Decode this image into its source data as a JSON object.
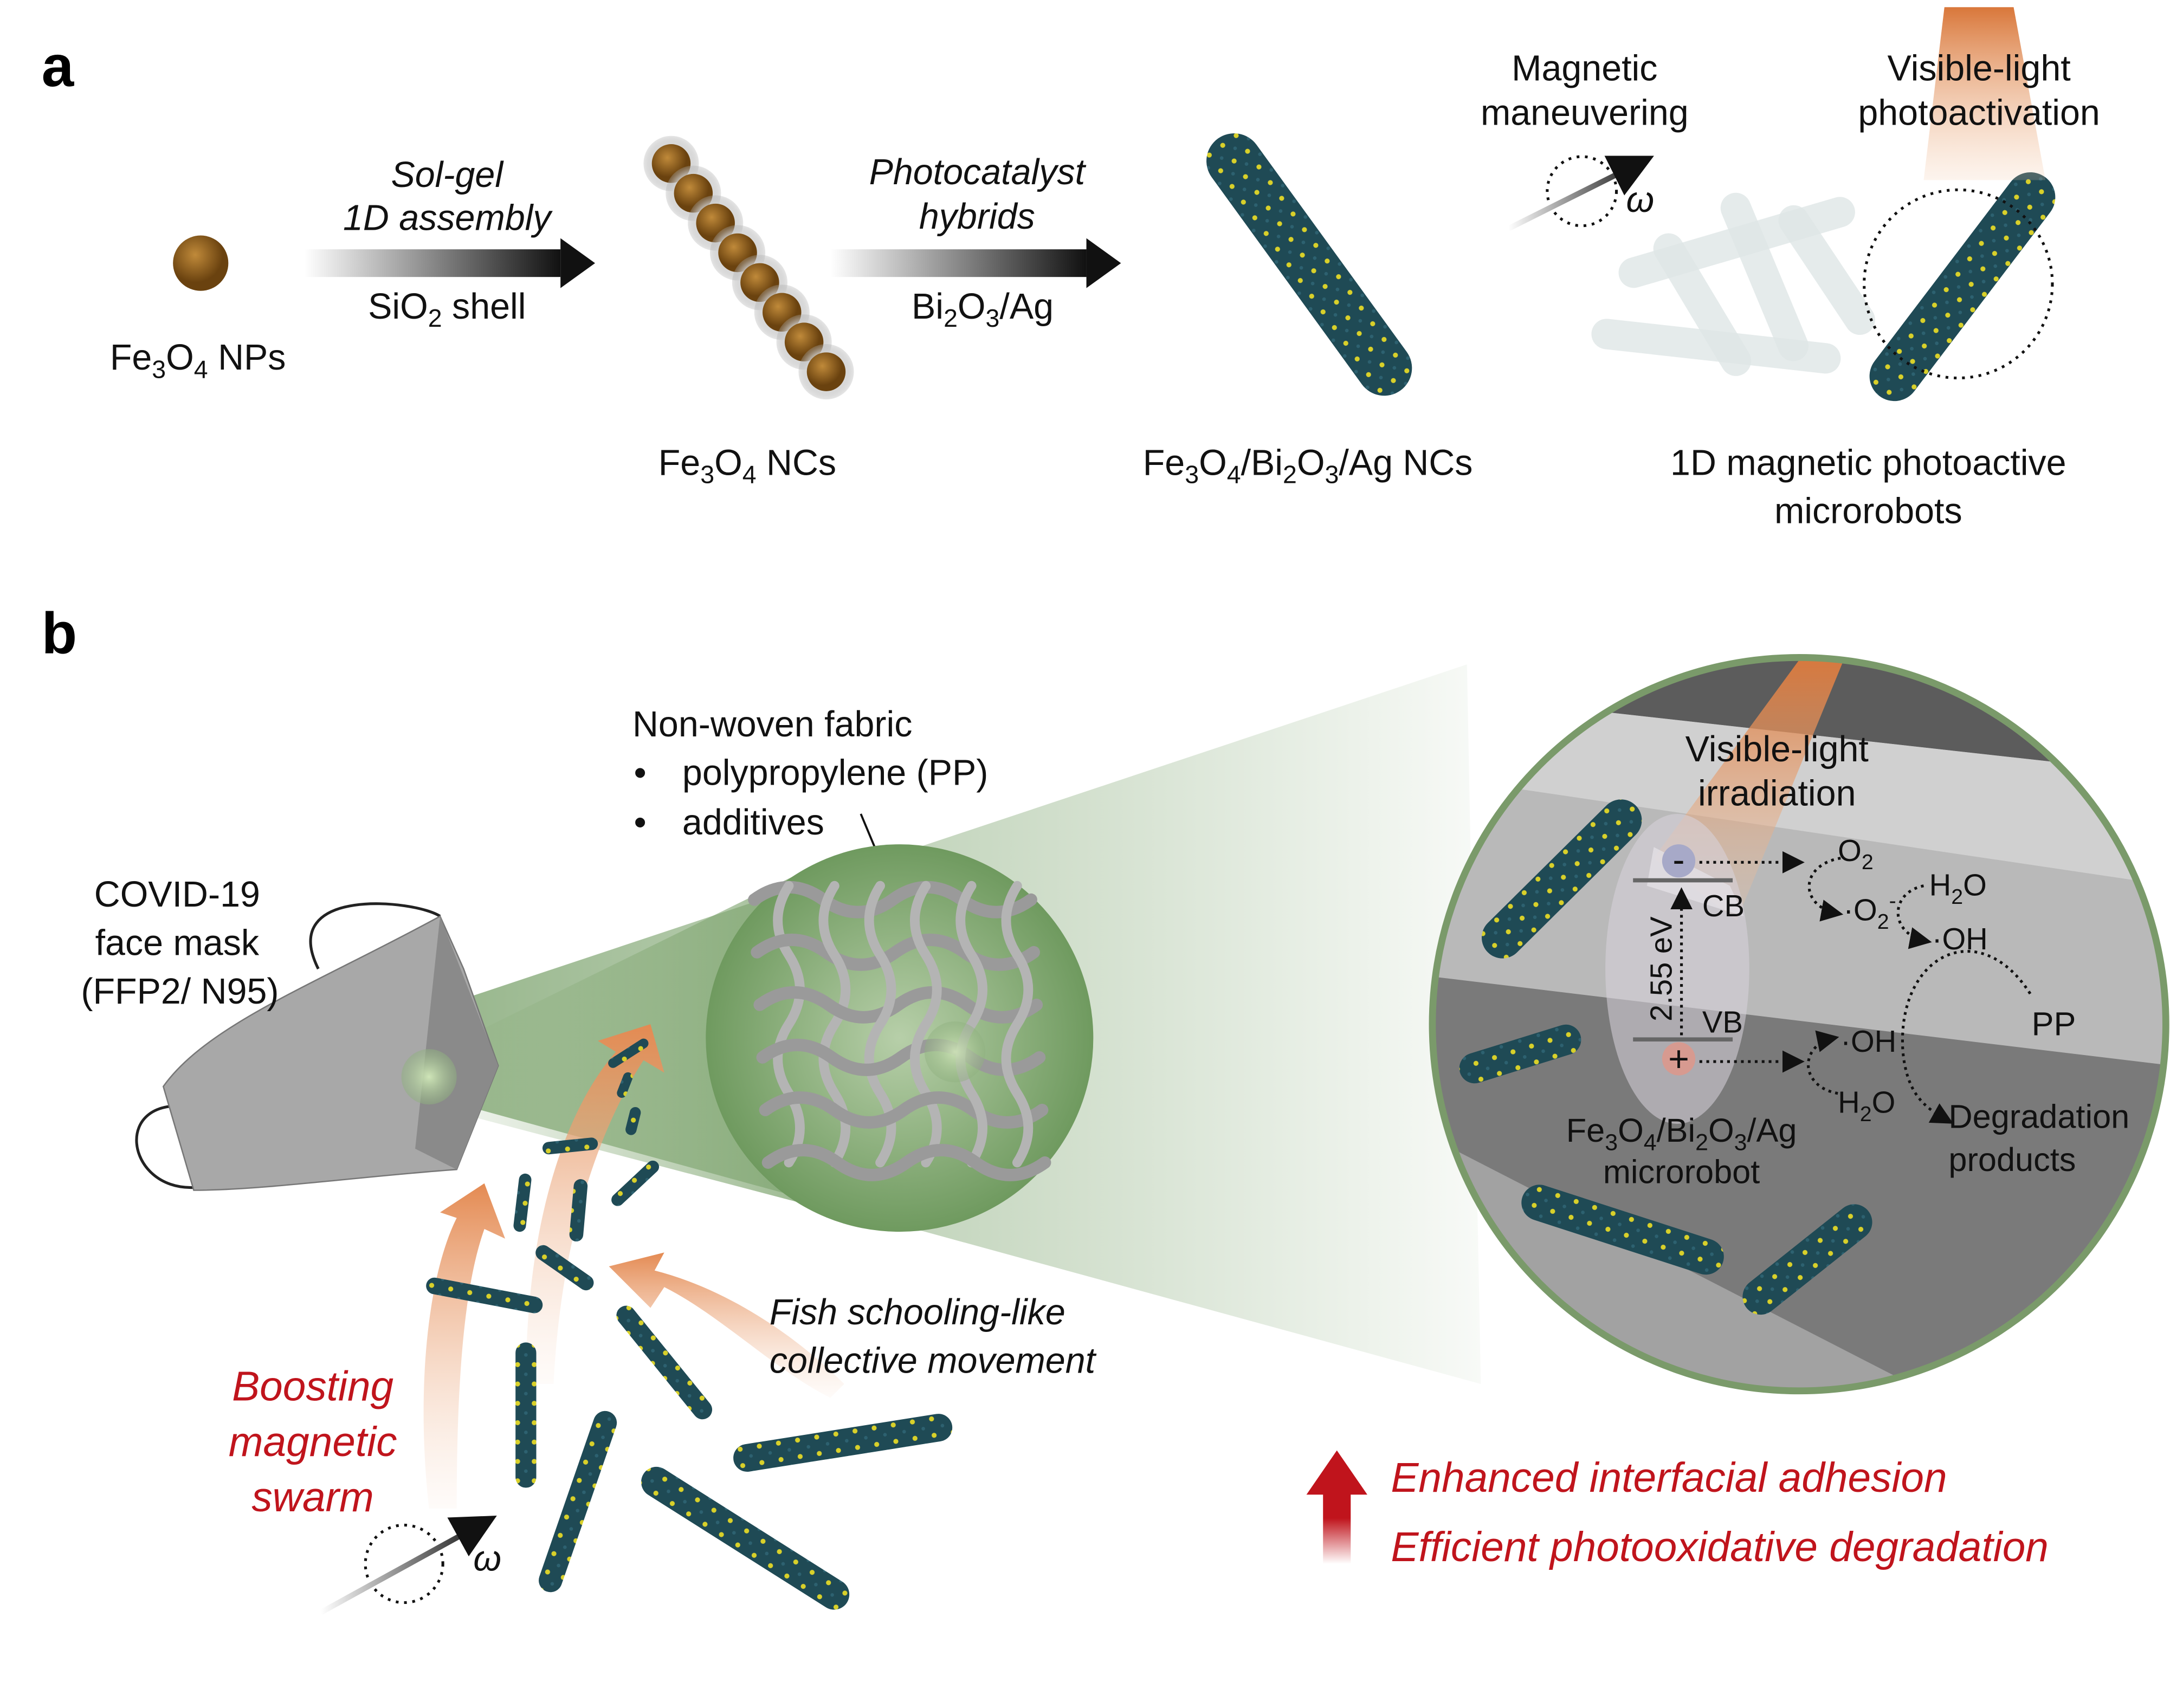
{
  "panel_a": {
    "label": "a",
    "nps": [
      {
        "t": "Fe"
      },
      {
        "t": "3",
        "sub": true
      },
      {
        "t": "O"
      },
      {
        "t": "4",
        "sub": true
      },
      {
        "t": " NPs"
      }
    ],
    "step1": {
      "line1": "Sol-gel",
      "line2": "1D assembly",
      "below": [
        {
          "t": "SiO"
        },
        {
          "t": "2",
          "sub": true
        },
        {
          "t": " shell"
        }
      ]
    },
    "ncs": [
      {
        "t": "Fe"
      },
      {
        "t": "3",
        "sub": true
      },
      {
        "t": "O"
      },
      {
        "t": "4",
        "sub": true
      },
      {
        "t": " NCs"
      }
    ],
    "step2": {
      "line1": "Photocatalyst",
      "line2": "hybrids",
      "below": [
        {
          "t": "Bi"
        },
        {
          "t": "2",
          "sub": true
        },
        {
          "t": "O"
        },
        {
          "t": "3",
          "sub": true
        },
        {
          "t": "/Ag"
        }
      ]
    },
    "hybrid": [
      {
        "t": "Fe"
      },
      {
        "t": "3",
        "sub": true
      },
      {
        "t": "O"
      },
      {
        "t": "4",
        "sub": true
      },
      {
        "t": "/Bi"
      },
      {
        "t": "2",
        "sub": true
      },
      {
        "t": "O"
      },
      {
        "t": "3",
        "sub": true
      },
      {
        "t": "/Ag NCs"
      }
    ],
    "maneuver": {
      "line1": "Magnetic",
      "line2": "maneuvering",
      "omega": "ω"
    },
    "photo": {
      "line1": "Visible-light",
      "line2": "photoactivation"
    },
    "result": {
      "line1": "1D magnetic photoactive",
      "line2": "microrobots"
    }
  },
  "panel_b": {
    "label": "b",
    "mask": {
      "line1": "COVID-19",
      "line2": "face mask",
      "line3": "(FFP2/ N95)"
    },
    "fabric": {
      "title": "Non-woven fabric",
      "bullet": "•",
      "items": [
        "polypropylene (PP)",
        "additives"
      ]
    },
    "fish": {
      "line1": "Fish schooling-like",
      "line2": "collective movement"
    },
    "boost": {
      "line1": "Boosting",
      "line2": "magnetic",
      "line3": "swarm",
      "omega": "ω"
    },
    "zoom": {
      "irr1": "Visible-light",
      "irr2": "irradiation",
      "electron": "-",
      "hole": "+",
      "cb": "CB",
      "vb": "VB",
      "gap": "2.55 eV",
      "o2": [
        {
          "t": "O"
        },
        {
          "t": "2",
          "sub": true
        }
      ],
      "superoxide": [
        {
          "t": "·O"
        },
        {
          "t": "2",
          "sub": true
        },
        {
          "t": "-",
          "sup": true
        }
      ],
      "h2o_top": [
        {
          "t": "H"
        },
        {
          "t": "2",
          "sub": true
        },
        {
          "t": "O"
        }
      ],
      "oh_top": "·OH",
      "oh_bottom": "·OH",
      "h2o_bottom": [
        {
          "t": "H"
        },
        {
          "t": "2",
          "sub": true
        },
        {
          "t": "O"
        }
      ],
      "pp": "PP",
      "deg1": "Degradation",
      "deg2": "products",
      "robot1": [
        {
          "t": "Fe"
        },
        {
          "t": "3",
          "sub": true
        },
        {
          "t": "O"
        },
        {
          "t": "4",
          "sub": true
        },
        {
          "t": "/Bi"
        },
        {
          "t": "2",
          "sub": true
        },
        {
          "t": "O"
        },
        {
          "t": "3",
          "sub": true
        },
        {
          "t": "/Ag"
        }
      ],
      "robot2": "microrobot"
    },
    "benefits": [
      "Enhanced interfacial adhesion",
      "Efficient photooxidative degradation"
    ]
  },
  "colors": {
    "rod": "#1f4a55",
    "dot": "#d8d02a",
    "np": "#8a5a1a",
    "green": "#7a9a6a",
    "red": "#c0141c",
    "beam": "#d9773a"
  }
}
